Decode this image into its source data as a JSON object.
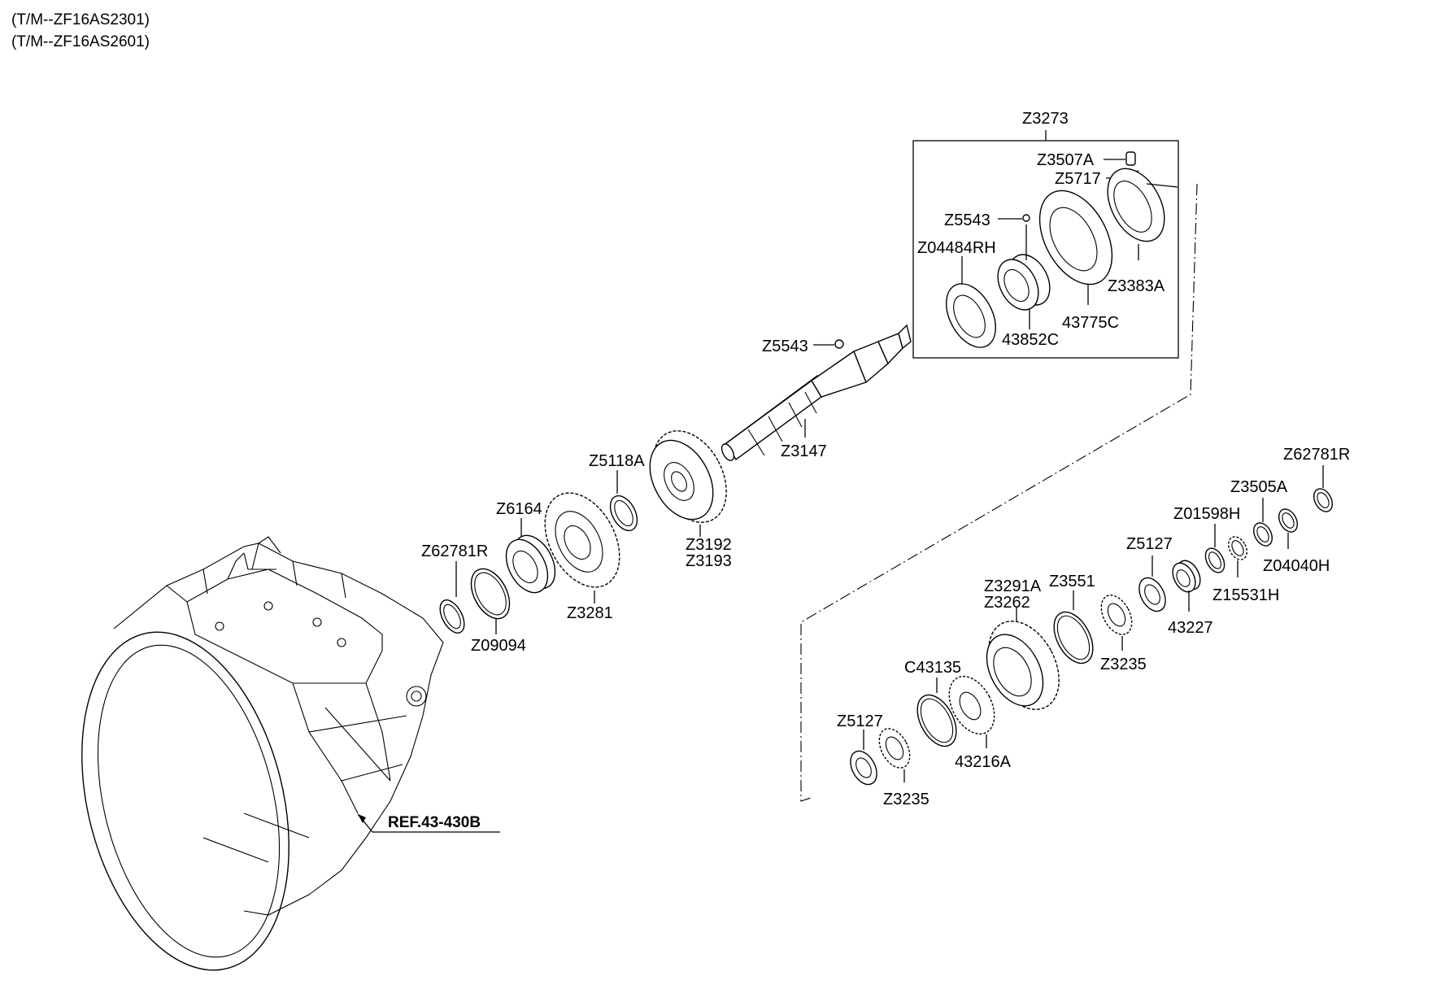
{
  "header": {
    "line1": "(T/M--ZF16AS2301)",
    "line2": "(T/M--ZF16AS2601)"
  },
  "reference": {
    "label": "REF.43-430B"
  },
  "group": {
    "label": "Z3273"
  },
  "parts": {
    "z3507a": "Z3507A",
    "z5717": "Z5717",
    "z5543_top": "Z5543",
    "z04484rh": "Z04484RH",
    "z3383a": "Z3383A",
    "p43775c": "43775C",
    "p43852c": "43852C",
    "z5543_shaft": "Z5543",
    "z3147": "Z3147",
    "z5118a": "Z5118A",
    "z3192": "Z3192",
    "z3193": "Z3193",
    "z6164": "Z6164",
    "z3281": "Z3281",
    "z62781r_left": "Z62781R",
    "z09094": "Z09094",
    "z62781r_right": "Z62781R",
    "z3505a": "Z3505A",
    "z01598h": "Z01598H",
    "z04040h": "Z04040H",
    "z5127_upper": "Z5127",
    "z15531h": "Z15531H",
    "p43227": "43227",
    "z3291a": "Z3291A",
    "z3262": "Z3262",
    "z3551": "Z3551",
    "z3235_upper": "Z3235",
    "c43135": "C43135",
    "p43216a": "43216A",
    "z5127_lower": "Z5127",
    "z3235_lower": "Z3235"
  }
}
